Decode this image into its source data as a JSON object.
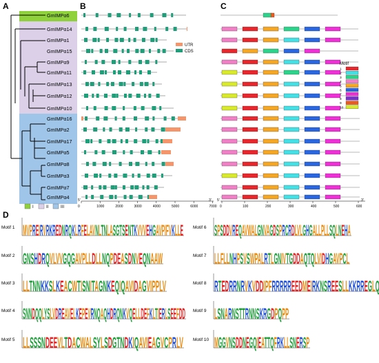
{
  "panels": {
    "a": "A",
    "b": "B",
    "c": "C",
    "d": "D"
  },
  "genes": [
    "GmIMPα6",
    "GmIMPα14",
    "GmIMPα1",
    "GmIMPα15",
    "GmIMPα9",
    "GmIMPα11",
    "GmIMPα13",
    "GmIMPα12",
    "GmIMPα10",
    "GmIMPα16",
    "GmIMPα2",
    "GmIMPα17",
    "GmIMPα5",
    "GmIMPα8",
    "GmIMPα3",
    "GmIMPα7",
    "GmIMPα4"
  ],
  "groups": [
    {
      "label": "I",
      "color": "#8fd13b"
    },
    {
      "label": "II",
      "color": "#dcd0e8"
    },
    {
      "label": "III",
      "color": "#9fc5e8"
    }
  ],
  "structure_legend": {
    "utr": {
      "label": "UTR",
      "color": "#f4956b"
    },
    "cds": {
      "label": "CDS",
      "color": "#1f9e7a"
    }
  },
  "structure_axis": {
    "start": "5'",
    "end": "3'",
    "ticks": [
      "0",
      "1000",
      "2000",
      "3000",
      "4000",
      "5000",
      "6000",
      "7000"
    ]
  },
  "motif_axis": {
    "start": "5'",
    "end": "3'",
    "ticks": [
      "0",
      "100",
      "200",
      "300",
      "400",
      "500",
      "600"
    ]
  },
  "motif_legend": {
    "title": "Motif",
    "items": [
      {
        "n": "1",
        "color": "#e8262b"
      },
      {
        "n": "2",
        "color": "#43e0e6"
      },
      {
        "n": "3",
        "color": "#2bd48a"
      },
      {
        "n": "4",
        "color": "#f07fc6"
      },
      {
        "n": "5",
        "color": "#f5a623"
      },
      {
        "n": "6",
        "color": "#2a66e0"
      },
      {
        "n": "7",
        "color": "#ee30d6"
      },
      {
        "n": "8",
        "color": "#7a2fd1"
      },
      {
        "n": "9",
        "color": "#ef5a1c"
      },
      {
        "n": "10",
        "color": "#d9ea2a"
      }
    ]
  },
  "motif_logos": [
    {
      "label": "Motif 1",
      "seq": "MVPREIRVRKREDNRQKLRFELAVNLTNLASGTSENTKVVVEHGAVPIFVKLLE"
    },
    {
      "label": "Motif 2",
      "seq": "GNSHDRQVLVVGQGAVPLLDLLNQPDEASDNVEQNAAW"
    },
    {
      "label": "Motif 3",
      "seq": "LLTNNKKSLKEACWTISNITAGNKEQIQAVIDAGVIPPLV"
    },
    {
      "label": "Motif 4",
      "seq": "SNNDQQLYSLVDREAVELKEPEVRNQAQHDRQNKVQELLDEFKLTIERLSEEFDD"
    },
    {
      "label": "Motif 5",
      "seq": "LLSSSNDEEVLTDACWALSYLSDGTNDKIQAVIEAGVCPRLV"
    },
    {
      "label": "Motif 6",
      "seq": "SPSDDVREQAVWALGNVAGDSPRCRDLVLGHGALLPLLSQLNEHA"
    },
    {
      "label": "Motif 7",
      "seq": "LLFLLNHPSVSWPALRTLGNIVTGDDAQTQLVIDHGAVPCL"
    },
    {
      "label": "Motif 8",
      "seq": "RTEDRRNRVKVDDIPFRRRRREEDMEIRKNSREESLLKKRREGLQQ"
    },
    {
      "label": "Motif 9",
      "seq": "LSNARNSTTRNNSKRGDPQPP"
    },
    {
      "label": "Motif 10",
      "seq": "MGGVNSDDNEGQIEATTQFRKLLSNERSP"
    }
  ]
}
